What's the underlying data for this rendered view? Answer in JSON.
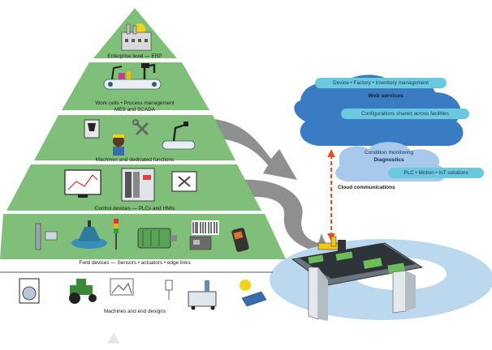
{
  "pyramid": {
    "levels": [
      {
        "label": "Enterprise level — ERP"
      },
      {
        "label": "Work cells • Process management",
        "label2": "MES and SCADA"
      },
      {
        "label": "Machines and dedicated functions"
      },
      {
        "label": "Control devices — PLCs and HMIs"
      },
      {
        "label": "Field devices — Sensors • actuators • edge links"
      }
    ],
    "base_label": "Machines and end designs"
  },
  "cloud": {
    "device_pill": "Device • Factory • Inventory management",
    "web_services": "Web services",
    "config_pill": "Configurations  shared  across  facilities",
    "condition": "Condition monitoring",
    "diagnostics": "Diagnostics",
    "plc_pill": "PLC • Motion • IoT solutions"
  },
  "link_label": "Cloud communications",
  "colors": {
    "tier": "#7fbf7a",
    "tier_dark": "#5aa356",
    "cloud": "#3a7cc4",
    "cloud_light": "#9cc2ea",
    "pill": "#6ac9de",
    "arrow": "#8a8a8a",
    "link": "#e8502a",
    "disc": "#b9d6ef"
  }
}
